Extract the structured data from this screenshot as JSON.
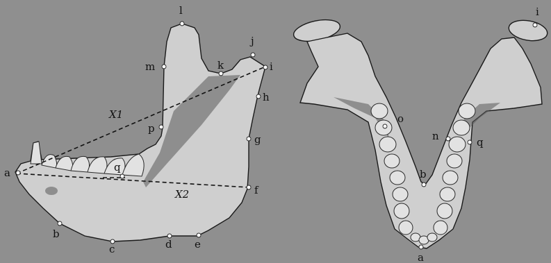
{
  "figure": {
    "lateral_view": {
      "points": {
        "a": "a",
        "b": "b",
        "c": "c",
        "d": "d",
        "e": "e",
        "f": "f",
        "g": "g",
        "h": "h",
        "i": "i",
        "j": "j",
        "k": "k",
        "l": "l",
        "m": "m",
        "p": "p",
        "q": "q"
      },
      "measurements": {
        "x1": "X1",
        "x2": "X2"
      }
    },
    "occlusal_view": {
      "points": {
        "i": "i",
        "o": "o",
        "n": "n",
        "q": "q",
        "b": "b",
        "a": "a"
      }
    }
  },
  "colors": {
    "background": "#8f8f8f",
    "bone": "#cfcfcf",
    "outline": "#1a1a1a"
  }
}
